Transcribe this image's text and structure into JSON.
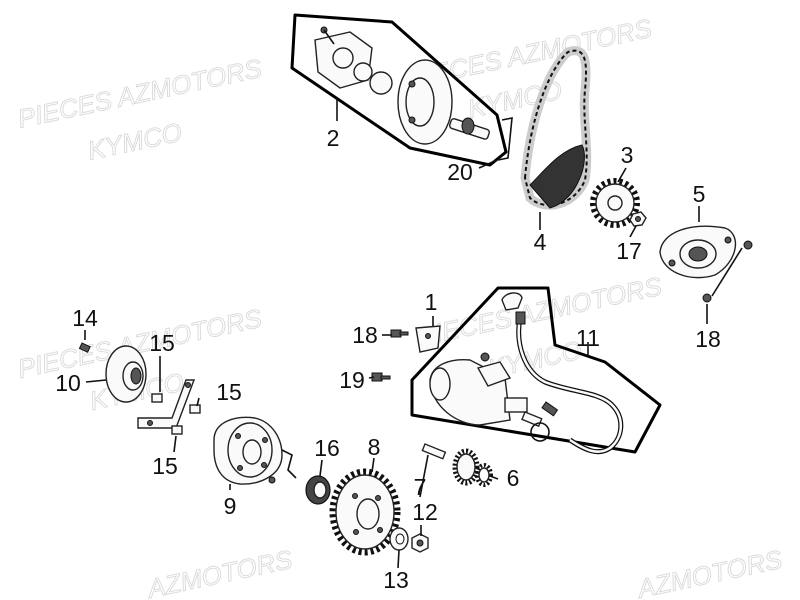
{
  "watermark": {
    "line1": "PIECES AZMOTORS",
    "line2": "KYMCO",
    "line3": "AZMOTORS"
  },
  "callouts": {
    "c1": "1",
    "c2": "2",
    "c3": "3",
    "c4": "4",
    "c5": "5",
    "c6": "6",
    "c7": "7",
    "c8": "8",
    "c9": "9",
    "c10": "10",
    "c11": "11",
    "c12": "12",
    "c13": "13",
    "c14": "14",
    "c15a": "15",
    "c15b": "15",
    "c15c": "15",
    "c16": "16",
    "c17": "17",
    "c18a": "18",
    "c18b": "18",
    "c19": "19",
    "c20": "20"
  }
}
